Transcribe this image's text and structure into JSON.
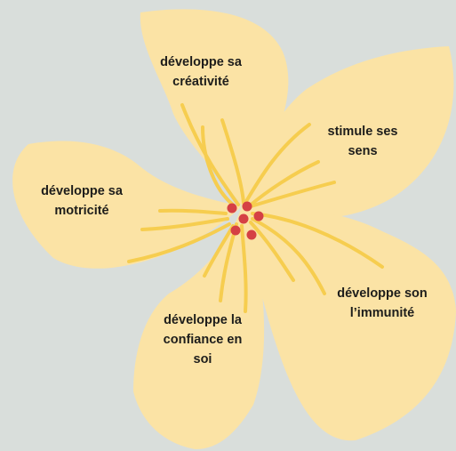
{
  "colors": {
    "background": "#d9dedb",
    "petal": "#fbe3a5",
    "stroke": "#f6cd4f",
    "center_dot": "#d54044",
    "text": "#1d1d1b"
  },
  "petals": {
    "top": [
      "développe sa",
      "créativité"
    ],
    "right": [
      "stimule ses",
      "sens"
    ],
    "bottom_right": [
      "développe son",
      "l’immunité"
    ],
    "bottom": [
      "développe la",
      "confiance en",
      "soi"
    ],
    "left": [
      "développe sa",
      "motricité"
    ]
  }
}
